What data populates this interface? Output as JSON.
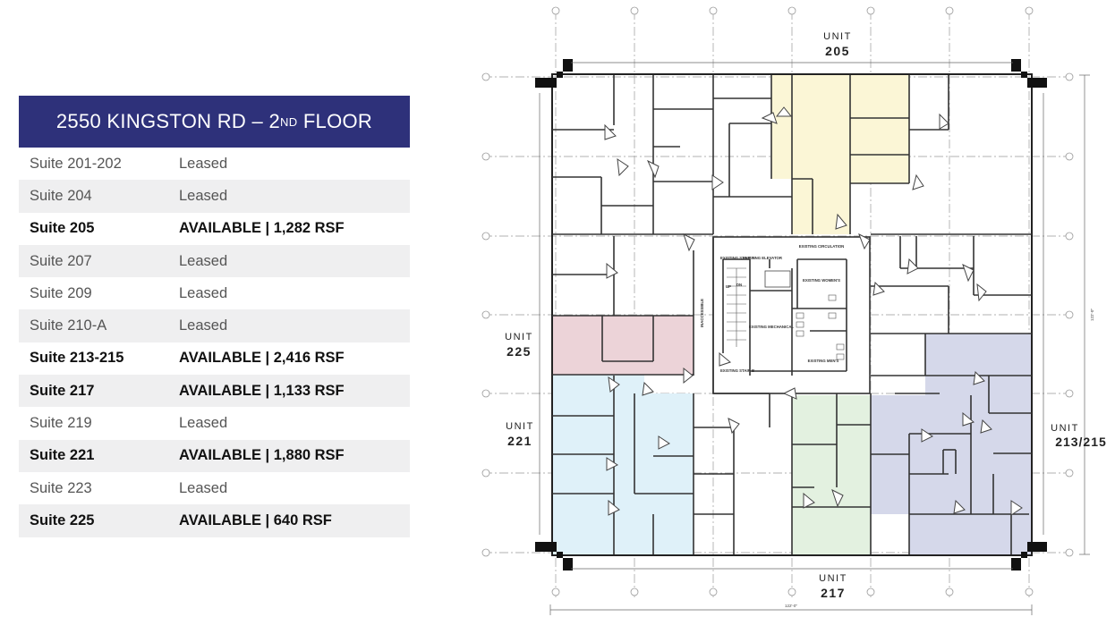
{
  "header": {
    "title_main": "2550 KINGSTON RD – 2",
    "title_sup": "ND",
    "title_end": " FLOOR"
  },
  "suites": [
    {
      "name": "Suite 201-202",
      "status": "Leased",
      "available": false
    },
    {
      "name": "Suite 204",
      "status": "Leased",
      "available": false
    },
    {
      "name": "Suite 205",
      "status": "AVAILABLE | 1,282 RSF",
      "available": true
    },
    {
      "name": "Suite 207",
      "status": "Leased",
      "available": false
    },
    {
      "name": "Suite 209",
      "status": "Leased",
      "available": false
    },
    {
      "name": "Suite 210-A",
      "status": "Leased",
      "available": false
    },
    {
      "name": "Suite 213-215",
      "status": "AVAILABLE | 2,416 RSF",
      "available": true
    },
    {
      "name": "Suite 217",
      "status": "AVAILABLE | 1,133 RSF",
      "available": true
    },
    {
      "name": "Suite 219",
      "status": "Leased",
      "available": false
    },
    {
      "name": "Suite 221",
      "status": "AVAILABLE | 1,880 RSF",
      "available": true
    },
    {
      "name": "Suite 223",
      "status": "Leased",
      "available": false
    },
    {
      "name": "Suite 225",
      "status": "AVAILABLE | 640 RSF",
      "available": true
    }
  ],
  "plan": {
    "units": {
      "u205": {
        "word": "UNIT",
        "num": "205"
      },
      "u225": {
        "word": "UNIT",
        "num": "225"
      },
      "u221": {
        "word": "UNIT",
        "num": "221"
      },
      "u213": {
        "word": "UNIT",
        "num": "213/215"
      },
      "u217": {
        "word": "UNIT",
        "num": "217"
      }
    },
    "core": {
      "circulation": "EXISTING CIRCULATION",
      "stair_a": "EXISTING STAIR A",
      "elevator": "EXISTING ELEVATOR",
      "womens": "EXISTING WOMEN'S",
      "mechanical": "EXISTING MECHANICAL",
      "mens": "EXISTING MEN'S",
      "stair_b": "EXISTING STAIR B",
      "inaccessible": "INACCESSIBLE",
      "up": "UP",
      "dn": "DN"
    },
    "dimensions": {
      "width": "122'-0\"",
      "height": "122'-0\""
    },
    "colors": {
      "u205": "#fbf6d6",
      "u225": "#ecd3d8",
      "u221": "#dff1f9",
      "u217": "#e3f1e0",
      "u213": "#d5d8ea",
      "header": "#2e317a"
    }
  }
}
